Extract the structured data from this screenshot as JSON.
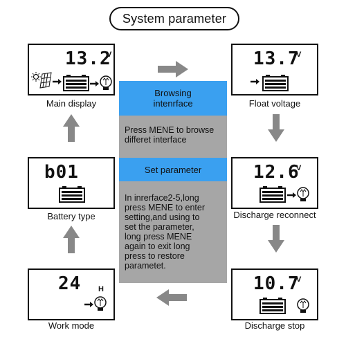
{
  "title": "System parameter",
  "panels": {
    "main": {
      "digits": "13.2",
      "unit": "V",
      "caption": "Main display"
    },
    "float": {
      "digits": "13.7",
      "unit": "V",
      "caption": "Float voltage"
    },
    "battery": {
      "digits": "b01",
      "caption": "Battery type"
    },
    "reconnect": {
      "digits": "12.6",
      "unit": "V",
      "caption": "Discharge reconnect"
    },
    "work": {
      "digits": "24",
      "unit": "H",
      "caption": "Work mode"
    },
    "stop": {
      "digits": "10.7",
      "unit": "V",
      "caption": "Discharge stop"
    }
  },
  "center": {
    "browse_header_line1": "Browsing",
    "browse_header_line2": "intenrface",
    "browse_text_line1": "Press MENE to browse",
    "browse_text_line2": "differet interface",
    "set_header": "Set parameter",
    "set_text_lines": [
      "In inrerface2-5,long",
      "press MENE to enter",
      "setting,and using to",
      "set the parameter,",
      "long press MENE",
      "again to exit long",
      "press to restore",
      "parametet."
    ]
  },
  "colors": {
    "accent_blue": "#3aa0f0",
    "panel_gray": "#a6a6a6",
    "arrow_gray": "#888888"
  }
}
